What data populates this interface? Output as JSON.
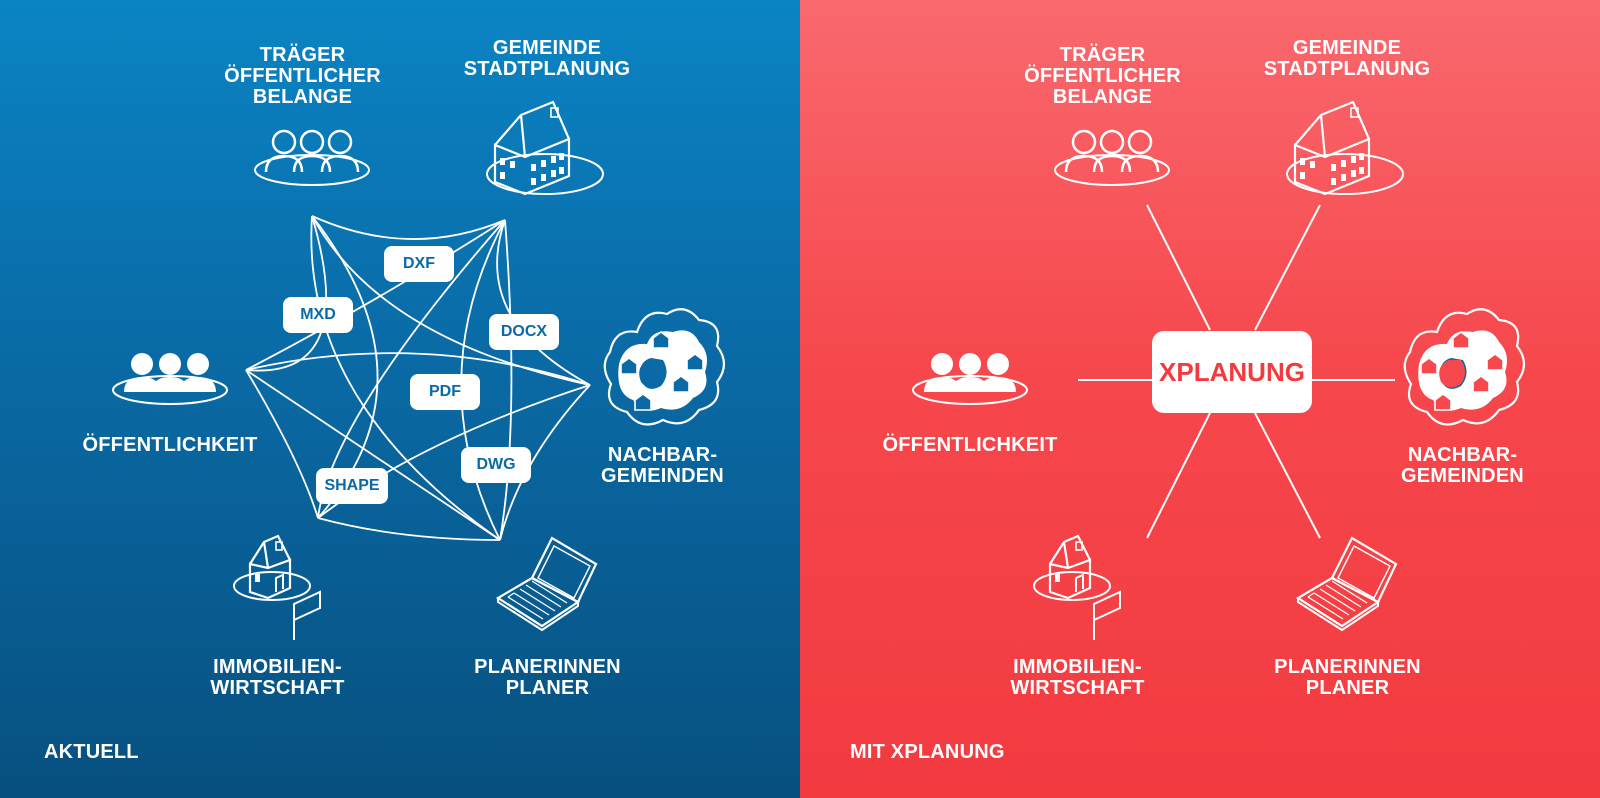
{
  "left_panel": {
    "corner_label": "AKTUELL",
    "background_color": "#0a6aa5",
    "actors": {
      "traeger": "TRÄGER\nÖFFENTLICHER\nBELANGE",
      "gemeinde": "GEMEINDE\nSTADTPLANUNG",
      "oeffentlichkeit": "ÖFFENTLICHKEIT",
      "nachbar": "NACHBAR-\nGEMEINDEN",
      "immobilien": "IMMOBILIEN-\nWIRTSCHAFT",
      "planer": "PLANERINNEN\nPLANER"
    },
    "formats": {
      "dxf": "DXF",
      "mxd": "MXD",
      "docx": "DOCX",
      "pdf": "PDF",
      "dwg": "DWG",
      "shape": "SHAPE"
    }
  },
  "right_panel": {
    "corner_label": "MIT XPLANUNG",
    "background_color": "#f6484d",
    "hub_label": "XPLANUNG",
    "actors": {
      "traeger": "TRÄGER\nÖFFENTLICHER\nBELANGE",
      "gemeinde": "GEMEINDE\nSTADTPLANUNG",
      "oeffentlichkeit": "ÖFFENTLICHKEIT",
      "nachbar": "NACHBAR-\nGEMEINDEN",
      "immobilien": "IMMOBILIEN-\nWIRTSCHAFT",
      "planer": "PLANERINNEN\nPLANER"
    }
  },
  "icons": [
    "people-group-icon",
    "town-hall-icon",
    "island-village-icon",
    "house-with-sign-icon",
    "laptop-icon"
  ]
}
